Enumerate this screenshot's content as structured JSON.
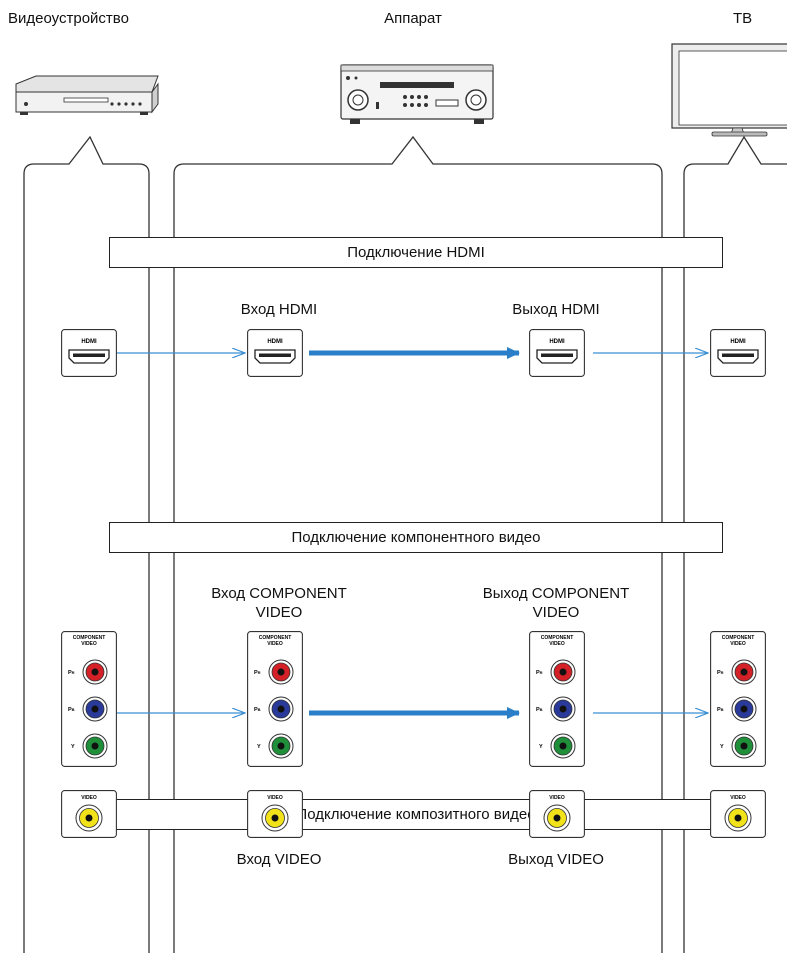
{
  "columns": {
    "video_device": "Видеоустройство",
    "receiver": "Аппарат",
    "tv": "ТВ"
  },
  "sections": {
    "hdmi": "Подключение HDMI",
    "component": "Подключение компонентного видео",
    "composite": "Подключение композитного видео"
  },
  "labels": {
    "hdmi_in": "Вход HDMI",
    "hdmi_out": "Выход HDMI",
    "component_in_1": "Вход COMPONENT",
    "component_in_2": "VIDEO",
    "component_out_1": "Выход COMPONENT",
    "component_out_2": "VIDEO",
    "video_in": "Вход VIDEO",
    "video_out": "Выход VIDEO"
  },
  "ports": {
    "hdmi": "HDMI",
    "component_1": "COMPONENT",
    "component_2": "VIDEO",
    "pr": "PR",
    "pb": "PB",
    "y": "Y",
    "video": "VIDEO"
  },
  "colors": {
    "thin_arrow": "#3a8fd4",
    "thick_arrow": "#2a7fc8",
    "pr": "#d42027",
    "pb": "#2a3a9a",
    "y": "#1f8f3a",
    "composite": "#f2e21a"
  },
  "icons": [
    "dvd-player-icon",
    "av-receiver-icon",
    "tv-icon"
  ]
}
